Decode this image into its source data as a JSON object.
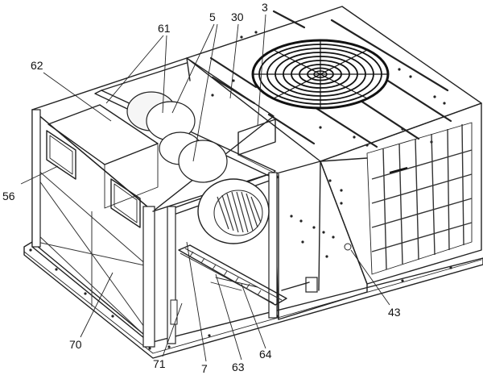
{
  "figure": {
    "labels": {
      "l61": "61",
      "l5": "5",
      "l30": "30",
      "l3": "3",
      "l62": "62",
      "l56": "56",
      "l43": "43",
      "l70": "70",
      "l71": "71",
      "l7": "7",
      "l63": "63",
      "l64": "64"
    }
  }
}
